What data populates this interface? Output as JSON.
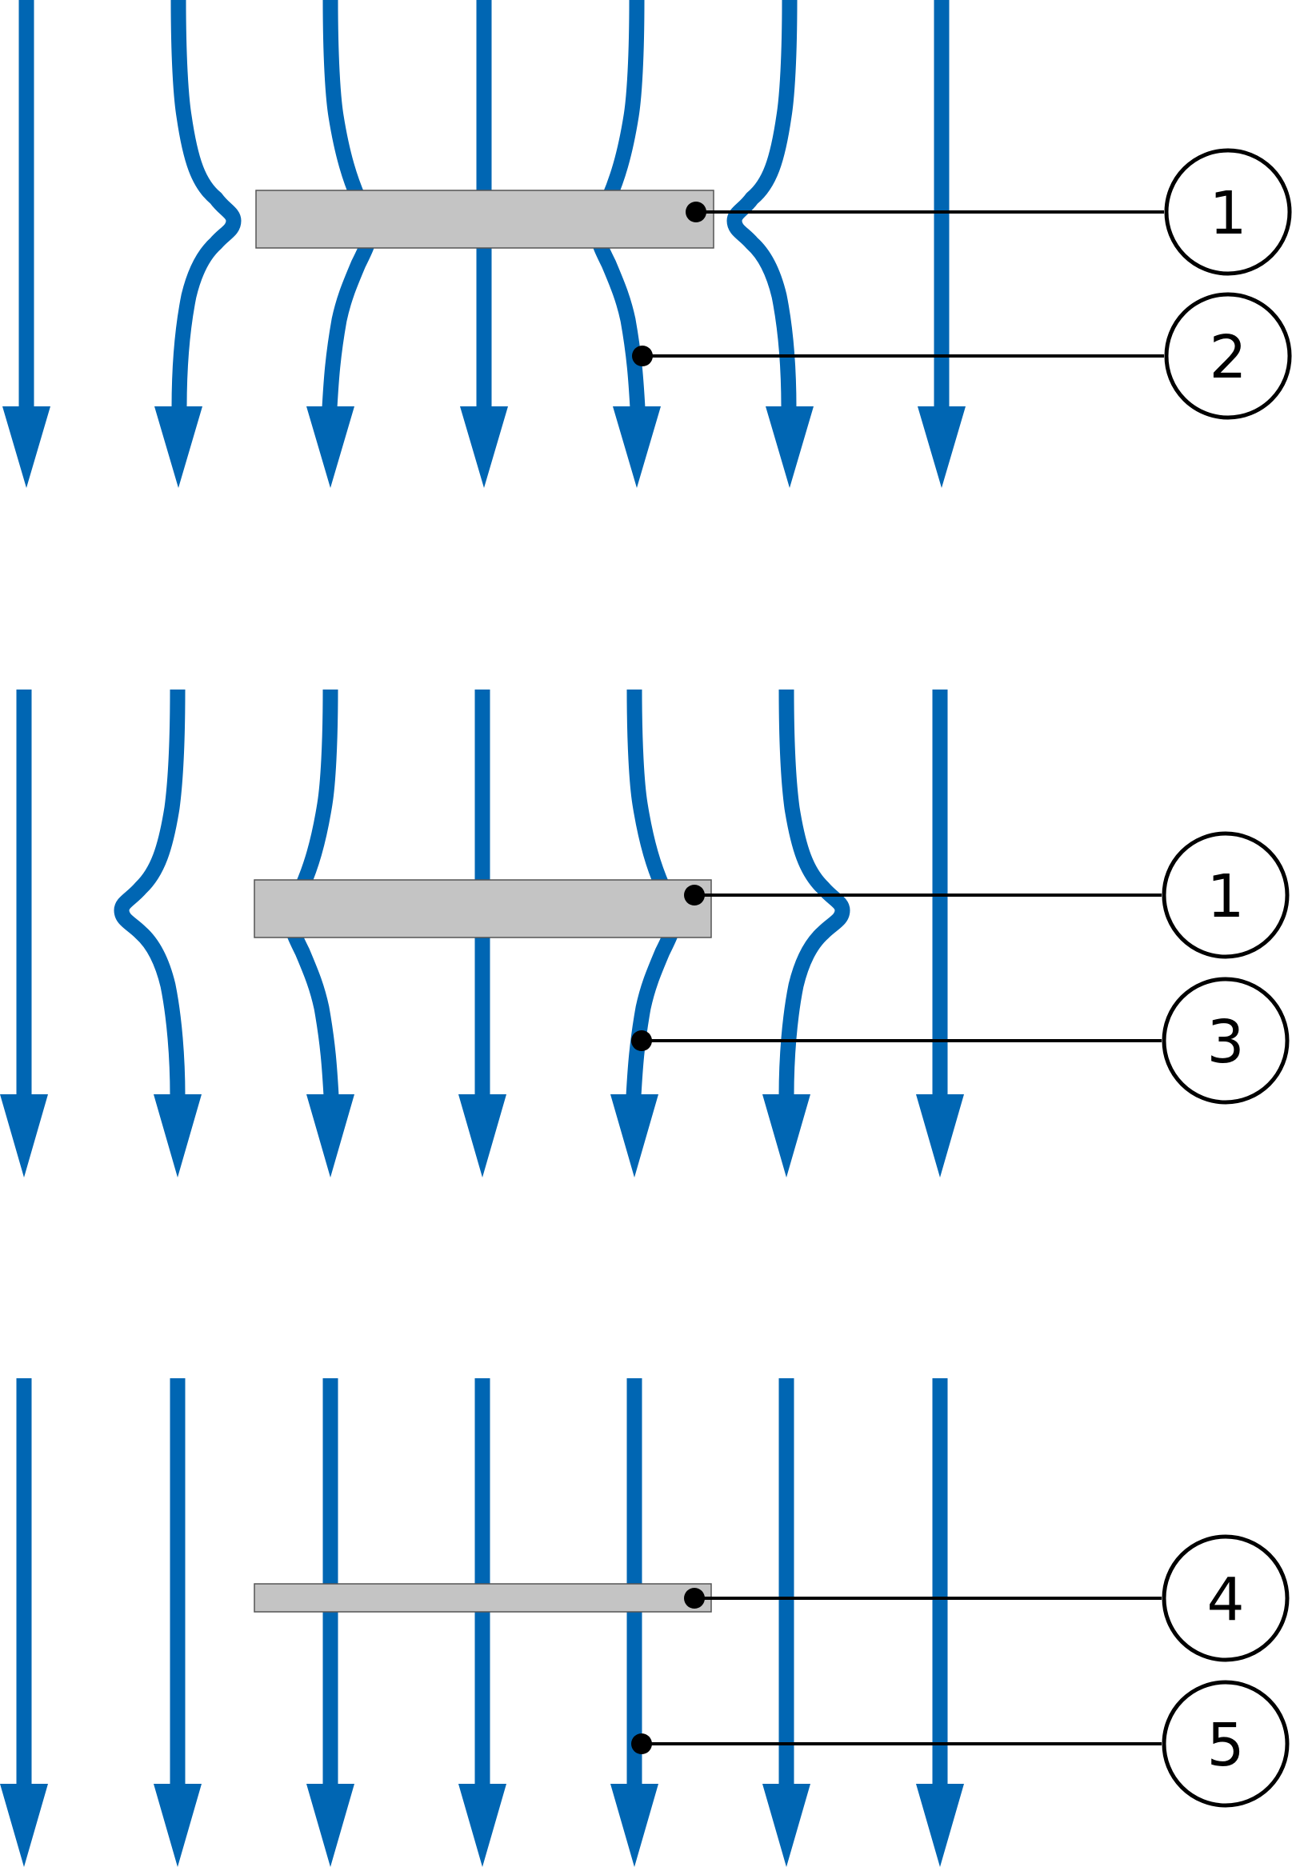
{
  "colors": {
    "flow": "#0066b3",
    "plate": "#c4c4c4",
    "plate_edge": "#555555",
    "leader": "#000000",
    "background": "#ffffff"
  },
  "panels": [
    {
      "name": "panel-1",
      "callouts": [
        {
          "label": "1",
          "target": "plate"
        },
        {
          "label": "2",
          "target": "deflected-flow-line"
        }
      ]
    },
    {
      "name": "panel-2",
      "callouts": [
        {
          "label": "1",
          "target": "plate"
        },
        {
          "label": "3",
          "target": "deflected-flow-line"
        }
      ]
    },
    {
      "name": "panel-3",
      "callouts": [
        {
          "label": "4",
          "target": "plate"
        },
        {
          "label": "5",
          "target": "straight-flow-line"
        }
      ]
    }
  ]
}
